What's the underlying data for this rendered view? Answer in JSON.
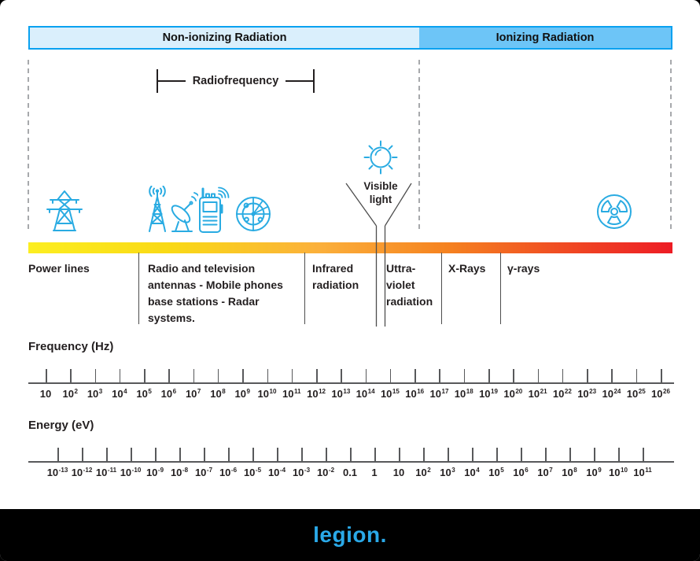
{
  "header": {
    "non_ionizing": "Non-ionizing Radiation",
    "ionizing": "Ionizing Radiation"
  },
  "radiofrequency": {
    "label": "Radiofrequency"
  },
  "visible_light": {
    "label": "Visible light"
  },
  "icons": [
    {
      "name": "power-lines-icon"
    },
    {
      "name": "radio-antenna-dish-icon"
    },
    {
      "name": "walkie-talkie-icon"
    },
    {
      "name": "radar-icon"
    },
    {
      "name": "sun-icon"
    },
    {
      "name": "radiation-icon"
    }
  ],
  "spectrum_sections": [
    {
      "label": "Power lines"
    },
    {
      "label": "Radio and television antennas - Mobile phones base stations - Radar systems."
    },
    {
      "label": "Infrared radiation"
    },
    {
      "label": "Uttra-violet radiation"
    },
    {
      "label": "X-Rays"
    },
    {
      "label": "γ-rays"
    }
  ],
  "frequency_axis": {
    "title": "Frequency (Hz)",
    "ticks": [
      {
        "t": "10",
        "s": ""
      },
      {
        "t": "10",
        "s": "2"
      },
      {
        "t": "10",
        "s": "3"
      },
      {
        "t": "10",
        "s": "4"
      },
      {
        "t": "10",
        "s": "5"
      },
      {
        "t": "10",
        "s": "6"
      },
      {
        "t": "10",
        "s": "7"
      },
      {
        "t": "10",
        "s": "8"
      },
      {
        "t": "10",
        "s": "9"
      },
      {
        "t": "10",
        "s": "10"
      },
      {
        "t": "10",
        "s": "11"
      },
      {
        "t": "10",
        "s": "12"
      },
      {
        "t": "10",
        "s": "13"
      },
      {
        "t": "10",
        "s": "14"
      },
      {
        "t": "10",
        "s": "15"
      },
      {
        "t": "10",
        "s": "16"
      },
      {
        "t": "10",
        "s": "17"
      },
      {
        "t": "10",
        "s": "18"
      },
      {
        "t": "10",
        "s": "19"
      },
      {
        "t": "10",
        "s": "20"
      },
      {
        "t": "10",
        "s": "21"
      },
      {
        "t": "10",
        "s": "22"
      },
      {
        "t": "10",
        "s": "23"
      },
      {
        "t": "10",
        "s": "24"
      },
      {
        "t": "10",
        "s": "25"
      },
      {
        "t": "10",
        "s": "26"
      }
    ]
  },
  "energy_axis": {
    "title": "Energy (eV)",
    "ticks": [
      {
        "t": "10",
        "s": "-13"
      },
      {
        "t": "10",
        "s": "-12"
      },
      {
        "t": "10",
        "s": "-11"
      },
      {
        "t": "10",
        "s": "-10"
      },
      {
        "t": "10",
        "s": "-9"
      },
      {
        "t": "10",
        "s": "-8"
      },
      {
        "t": "10",
        "s": "-7"
      },
      {
        "t": "10",
        "s": "-6"
      },
      {
        "t": "10",
        "s": "-5"
      },
      {
        "t": "10",
        "s": "-4"
      },
      {
        "t": "10",
        "s": "-3"
      },
      {
        "t": "10",
        "s": "-2"
      },
      {
        "t": "0.1",
        "s": ""
      },
      {
        "t": "1",
        "s": ""
      },
      {
        "t": "10",
        "s": ""
      },
      {
        "t": "10",
        "s": "2"
      },
      {
        "t": "10",
        "s": "3"
      },
      {
        "t": "10",
        "s": "4"
      },
      {
        "t": "10",
        "s": "5"
      },
      {
        "t": "10",
        "s": "6"
      },
      {
        "t": "10",
        "s": "7"
      },
      {
        "t": "10",
        "s": "8"
      },
      {
        "t": "10",
        "s": "9"
      },
      {
        "t": "10",
        "s": "10"
      },
      {
        "t": "10",
        "s": "11"
      }
    ]
  },
  "colors": {
    "accent_blue": "#29abe2",
    "header_border": "#09a1f0",
    "header_left_bg": "#daeffc",
    "header_right_bg": "#6dc5f7",
    "gradient_start": "#fcee21",
    "gradient_end": "#ed1c24",
    "logo_blue": "#2aa9e8",
    "footer_bg": "#000000"
  },
  "footer": {
    "logo": "legion."
  }
}
